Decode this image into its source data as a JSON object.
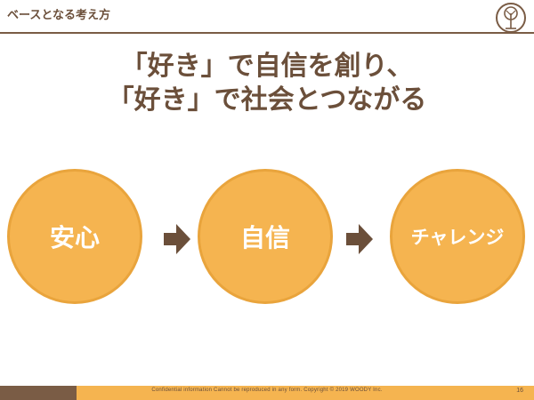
{
  "header": {
    "title": "ベースとなる考え方"
  },
  "headline": {
    "line1": "「好き」で自信を創り、",
    "line2": "「好き」で社会とつながる"
  },
  "steps": [
    {
      "label": "安心"
    },
    {
      "label": "自信"
    },
    {
      "label": "チャレンジ"
    }
  ],
  "footer": {
    "text": "Confidential information Cannot be reproduced in any form. Copyright © 2019 WOODY Inc.",
    "page": "16"
  },
  "colors": {
    "brown": "#7a5c45",
    "text_brown": "#6b4f3a",
    "orange": "#f5b450"
  },
  "icons": [
    "tree-logo-icon",
    "right-arrow-icon"
  ]
}
